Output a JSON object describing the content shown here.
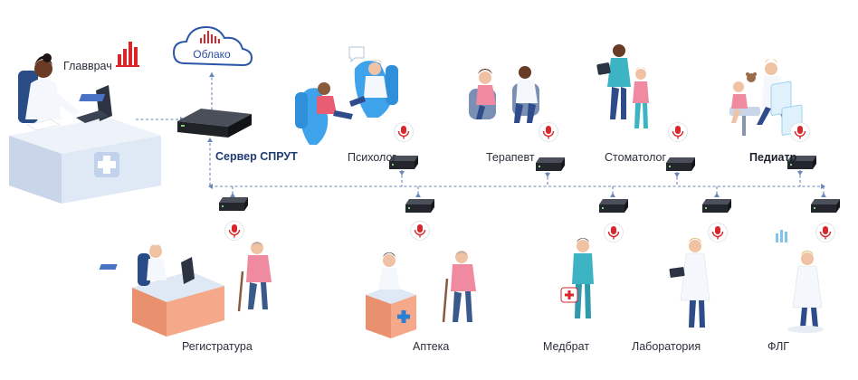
{
  "labels": {
    "chief": "Главврач",
    "cloud": "Облако",
    "server": "Сервер СПРУТ",
    "psychologist": "Психолог",
    "therapist": "Терапевт",
    "dentist": "Стоматолог",
    "pediatrician": "Педиатр",
    "registry": "Регистратура",
    "pharmacy": "Аптека",
    "nurse": "Медбрат",
    "laboratory": "Лаборатория",
    "flg": "ФЛГ"
  },
  "colors": {
    "network_line": "#6b86b8",
    "mic": "#d9262b",
    "device": "#2a2d33",
    "cloud": "#2b55a8",
    "desk": "#dfe8f5",
    "coral_desk": "#f5a98a",
    "armchair": "#3fa3ec",
    "skin_dark": "#6a3b25",
    "skin_light": "#f0c2a3",
    "coat": "#f4f7fb",
    "accent_pink": "#f08aa0",
    "teal": "#3db4c4"
  },
  "icons": {
    "mic": "microphone-icon",
    "cloud": "cloud-icon",
    "stats": "bar-chart-icon"
  }
}
